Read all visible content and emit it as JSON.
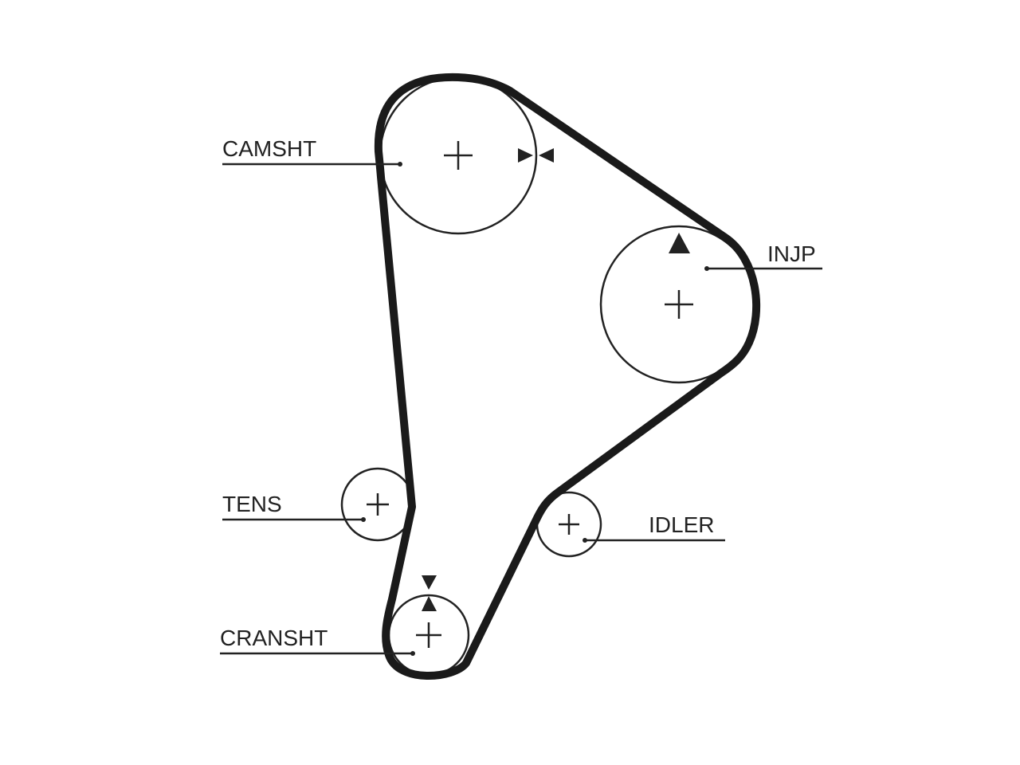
{
  "labels": {
    "camshaft": "CAMSHT",
    "injection_pump": "INJP",
    "tensioner": "TENS",
    "idler": "IDLER",
    "crankshaft": "CRANSHT"
  },
  "colors": {
    "line": "#222222",
    "belt": "#1a1a1a",
    "background": "#ffffff"
  }
}
